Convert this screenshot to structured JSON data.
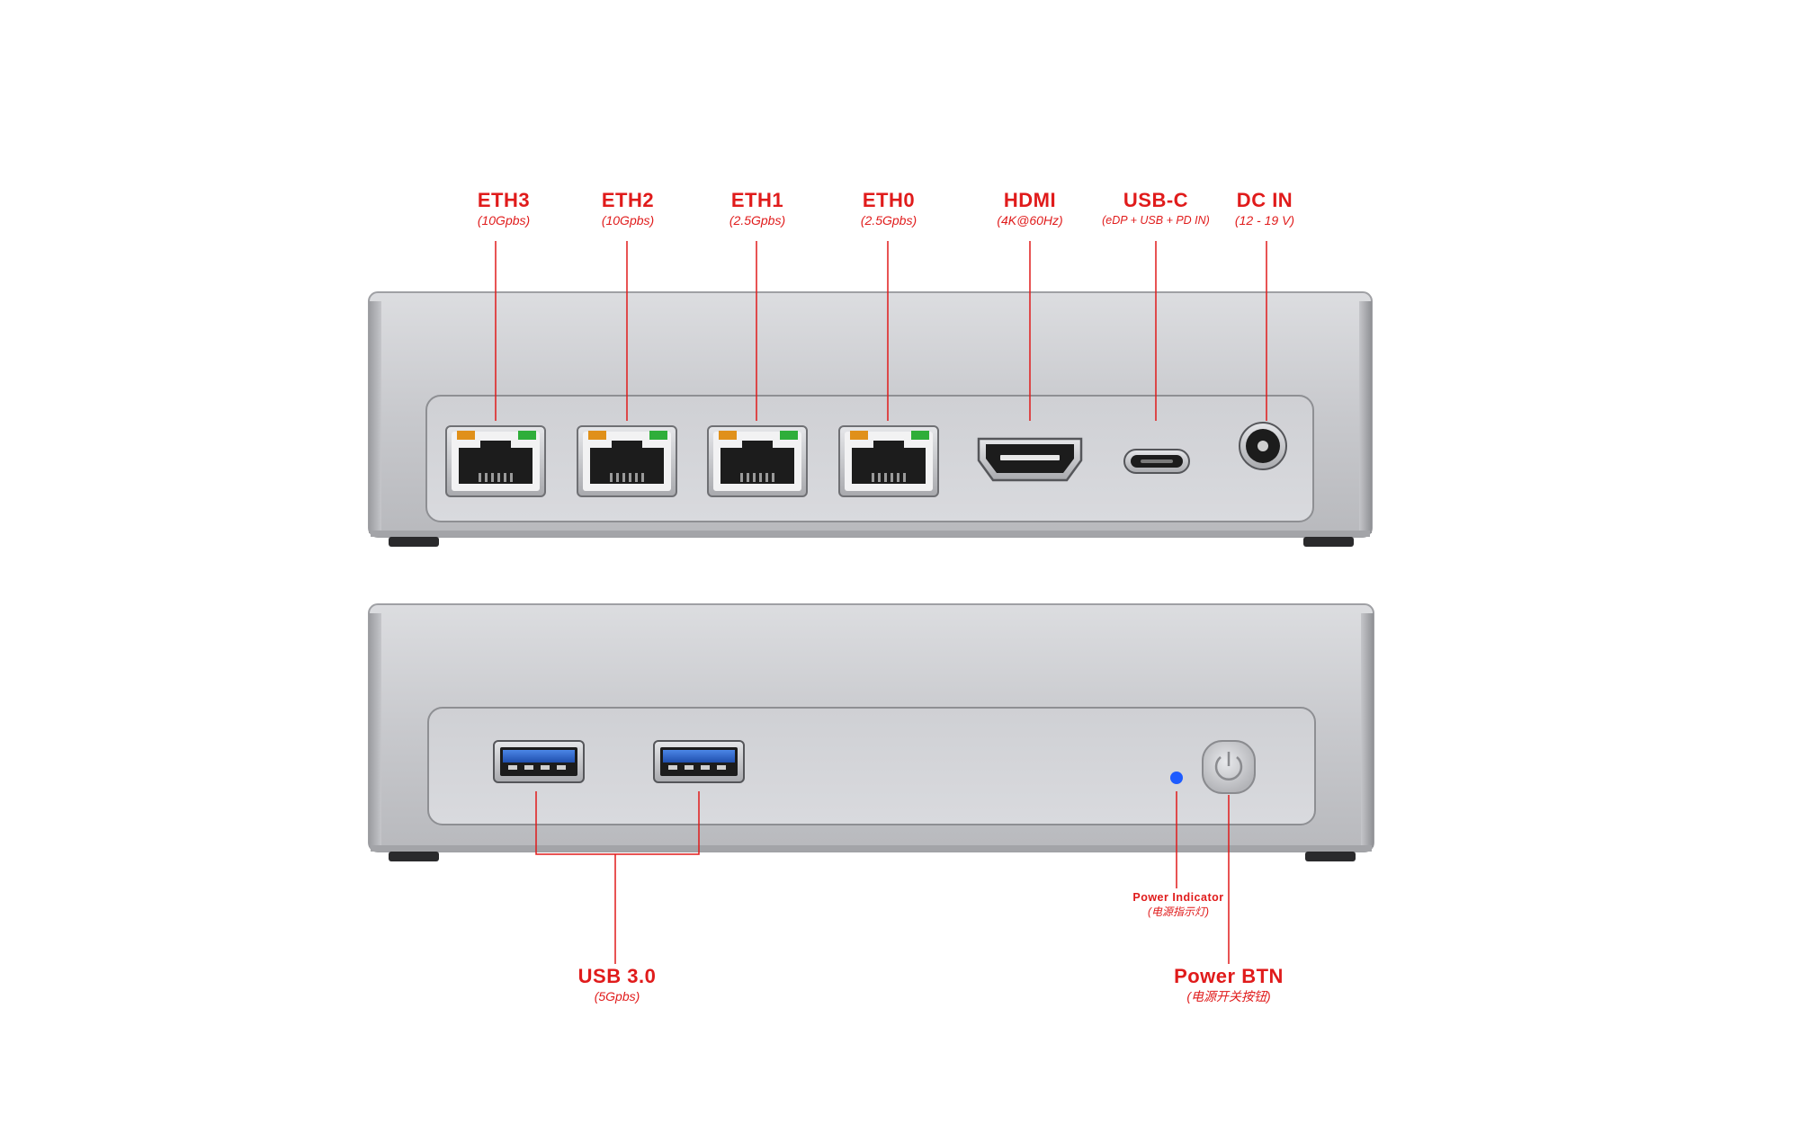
{
  "rear_ports": [
    {
      "name": "ETH3",
      "spec": "(10Gpbs)"
    },
    {
      "name": "ETH2",
      "spec": "(10Gpbs)"
    },
    {
      "name": "ETH1",
      "spec": "(2.5Gpbs)"
    },
    {
      "name": "ETH0",
      "spec": "(2.5Gpbs)"
    },
    {
      "name": "HDMI",
      "spec": "(4K@60Hz)"
    },
    {
      "name": "USB-C",
      "spec": "(eDP + USB + PD IN)"
    },
    {
      "name": "DC IN",
      "spec": "(12 - 19 V)"
    }
  ],
  "front_ports": {
    "usb": {
      "name": "USB 3.0",
      "spec": "(5Gpbs)"
    },
    "power_indicator": {
      "name": "Power Indicator",
      "spec": "(电源指示灯)"
    },
    "power_button": {
      "name": "Power BTN",
      "spec": "(电源开关按钮)"
    }
  },
  "colors": {
    "label": "#e01b1b",
    "chassis": "#c9cace",
    "port_dark": "#1c1c1c",
    "usb_blue": "#2f6fd6",
    "led_orange": "#e0901a",
    "led_green": "#2fae3a",
    "indicator_blue": "#1e5cff"
  }
}
